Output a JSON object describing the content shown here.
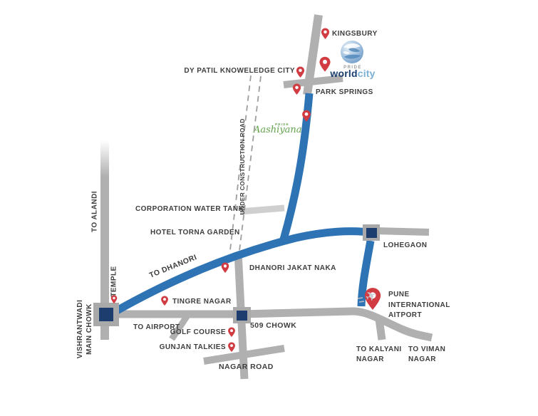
{
  "map": {
    "colors": {
      "road_gray": "#b0b0b0",
      "road_blue": "#2e73b4",
      "junction_navy": "#1d3d6e",
      "pin_red": "#d13c42",
      "label_text": "#3e3e3e",
      "aashiyana_green": "#63a24c",
      "worldcity_dark": "#1b3e6f",
      "worldcity_light": "#7bafd4"
    },
    "logos": {
      "pride_world_city": {
        "top": "PRIDE",
        "bold": "world",
        "light": "city"
      },
      "aashiyana": {
        "top": "PRIDE",
        "script": "Aashiyana"
      }
    },
    "labels": {
      "kingsbury": "KINGSBURY",
      "dy_patil": "DY PATIL KNOWELEDGE CITY",
      "park_springs": "PARK SPRINGS",
      "under_construction": "UNDER CONSTRUCTION ROAD",
      "corporation_water_tank": "CORPORATION WATER TANK",
      "hotel_torna_garden": "HOTEL TORNA GARDEN",
      "to_alandi": "TO ALANDI",
      "temple": "TEMPLE",
      "vishrantwadi_line1": "VISHRANTWADI",
      "vishrantwadi_line2": "MAIN CHOWK",
      "to_dhanori": "TO DHANORI",
      "dhanori_jakat_naka": "DHANORI JAKAT NAKA",
      "tingre_nagar": "TINGRE NAGAR",
      "to_airport": "TO AIRPORT",
      "golf_course": "GOLF COURSE",
      "gunjan_talkies": "GUNJAN TALKIES",
      "chowk_509": "509 CHOWK",
      "nagar_road": "NAGAR ROAD",
      "lohegaon": "LOHEGAON",
      "airport_line1": "PUNE",
      "airport_line2": "INTERNATIONAL",
      "airport_line3": "AITPORT",
      "kalyani_line1": "TO KALYANI",
      "kalyani_line2": "NAGAR",
      "viman_line1": "TO VIMAN",
      "viman_line2": "NAGAR"
    }
  }
}
